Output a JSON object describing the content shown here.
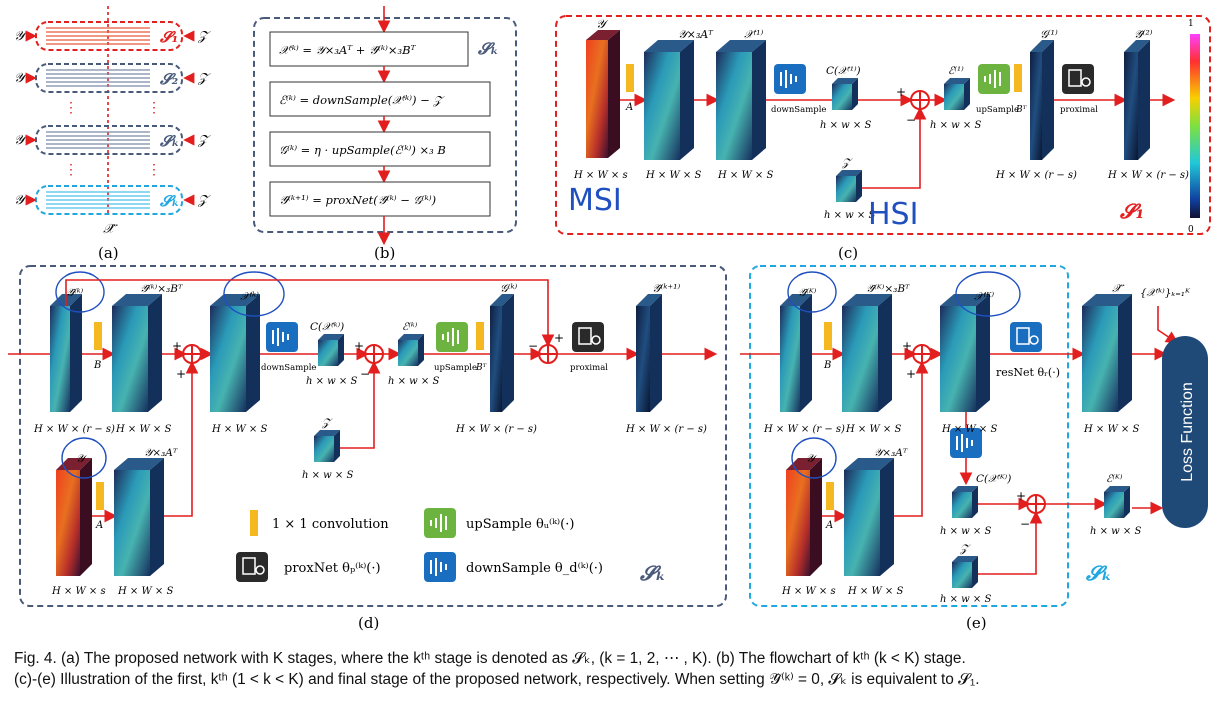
{
  "panel_labels": {
    "a": "(a)",
    "b": "(b)",
    "c": "(c)",
    "d": "(d)",
    "e": "(e)"
  },
  "panel_a": {
    "input_left": "𝒴",
    "input_right": "𝒵",
    "stages": [
      "𝓢₁",
      "𝓢₂",
      "𝓢ₖ",
      "𝓢ₖ"
    ],
    "output": "𝒳̂",
    "stage_colors": [
      "#e32020",
      "#4a5a7a",
      "#4a5a7a",
      "#21a7e0"
    ]
  },
  "panel_b": {
    "stage_label": "𝓢ₖ",
    "steps": [
      "𝒳⁽ᵏ⁾ = 𝒴×₃Aᵀ + 𝒴̂⁽ᵏ⁾×₃Bᵀ",
      "ℰ⁽ᵏ⁾ = downSample(𝒳⁽ᵏ⁾) − 𝒵",
      "𝒢⁽ᵏ⁾ = η · upSample(ℰ⁽ᵏ⁾) ×₃ B",
      "𝒴̂⁽ᵏ⁺¹⁾ = proxNet(𝒴̂⁽ᵏ⁾ − 𝒢⁽ᵏ⁾)"
    ]
  },
  "panel_c": {
    "stage_label": "𝓢₁",
    "labels": {
      "y": "𝒴",
      "yA": "𝒴×₃Aᵀ",
      "x1": "𝒳⁽¹⁾",
      "cx": "C(𝒳⁽¹⁾)",
      "e1": "ℰ⁽¹⁾",
      "g1": "𝒢⁽¹⁾",
      "yhat2": "𝒴̂⁽²⁾",
      "z": "𝒵",
      "A": "A",
      "Bt": "Bᵀ",
      "down": "downSample",
      "up": "upSample",
      "prox": "proximal"
    },
    "dims": {
      "y": "H × W × s",
      "yA": "H × W × S",
      "x1": "H × W × S",
      "cx": "h × w × S",
      "e1": "h × w × S",
      "g1": "H × W × (r − s)",
      "yhat2": "H × W × (r − s)",
      "z": "h × w × S"
    },
    "handwriting": {
      "msi": "MSI",
      "hsi": "HSI"
    },
    "colorbar": {
      "max": "1",
      "min": "0"
    }
  },
  "panel_d": {
    "stage_label": "𝓢ₖ",
    "labels": {
      "yk": "𝒴̂⁽ᵏ⁾",
      "ykB": "𝒴̂⁽ᵏ⁾×₃Bᵀ",
      "xk": "𝒳⁽ᵏ⁾",
      "cx": "C(𝒳⁽ᵏ⁾)",
      "ek": "ℰ⁽ᵏ⁾",
      "gk": "𝒢⁽ᵏ⁾",
      "yk1": "𝒴̂⁽ᵏ⁺¹⁾",
      "y": "𝒴",
      "yA": "𝒴×₃Aᵀ",
      "z": "𝒵",
      "B": "B",
      "A": "A",
      "Bt": "Bᵀ",
      "down": "downSample",
      "up": "upSample",
      "prox": "proximal"
    },
    "dims": {
      "yk": "H × W × (r − s)",
      "ykB": "H × W × S",
      "xk": "H × W × S",
      "cx": "h × w × S",
      "ek": "h × w × S",
      "gk": "H × W × (r − s)",
      "yk1": "H × W × (r − s)",
      "y": "H × W × s",
      "yA": "H × W × S",
      "z": "h × w × S"
    },
    "legend": {
      "conv": "1 × 1 convolution",
      "up": "upSample θᵤ⁽ᵏ⁾(·)",
      "prox": "proxNet θₚ⁽ᵏ⁾(·)",
      "down": "downSample θ_d⁽ᵏ⁾(·)"
    }
  },
  "panel_e": {
    "stage_label": "𝓢ₖ",
    "labels": {
      "yK": "𝒴̂⁽ᴷ⁾",
      "yKB": "𝒴̂⁽ᴷ⁾×₃Bᵀ",
      "xK": "𝒳⁽ᴷ⁾",
      "xhat": "𝒳̂",
      "set": "{𝒳⁽ᵏ⁾}ₖ₌₁ᴷ",
      "resnet": "resNet θᵣ(·)",
      "cx": "C(𝒳⁽ᴷ⁾)",
      "eK": "ℰ⁽ᴷ⁾",
      "y": "𝒴",
      "yA": "𝒴×₃Aᵀ",
      "z": "𝒵",
      "B": "B",
      "A": "A",
      "loss": "Loss Function"
    },
    "dims": {
      "yK": "H × W × (r − s)",
      "yKB": "H × W × S",
      "xK": "H × W × S",
      "xhat": "H × W × S",
      "cx": "h × w × S",
      "eK": "h × w × S",
      "y": "H × W × s",
      "yA": "H × W × S",
      "z": "h × w × S"
    }
  },
  "caption": {
    "line1": "Fig. 4. (a) The proposed network with K stages, where the kᵗʰ stage is denoted as 𝓢ₖ, (k = 1, 2, ⋯ , K). (b) The flowchart of kᵗʰ (k < K) stage.",
    "line2": "(c)-(e) Illustration of the first, kᵗʰ (1 < k < K) and final stage of the proposed network, respectively. When setting 𝒴̂⁽ᵏ⁾ = 0, 𝓢ₖ is equivalent to 𝓢₁."
  }
}
